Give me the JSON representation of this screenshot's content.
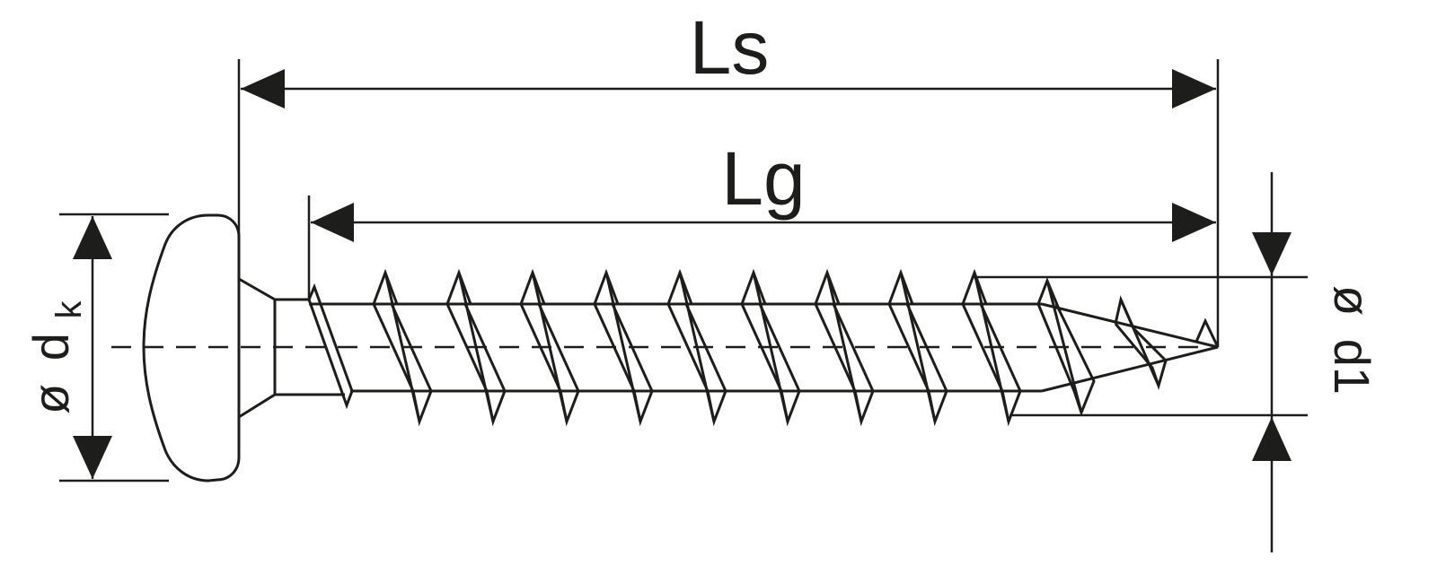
{
  "diagram": {
    "subject": "pan head screw technical drawing",
    "line_color": "#1d1d1b",
    "background": "#ffffff",
    "dimensions": {
      "overall_length": {
        "symbol": "L",
        "subscript": "s",
        "label": "Ls"
      },
      "thread_length": {
        "symbol": "L",
        "subscript": "g",
        "label": "Lg"
      },
      "head_diameter": {
        "prefix": "ø",
        "symbol": "d",
        "subscript": "k",
        "label": "ø dk"
      },
      "thread_diameter": {
        "prefix": "ø",
        "symbol": "d1",
        "label": "ø d1"
      }
    }
  }
}
